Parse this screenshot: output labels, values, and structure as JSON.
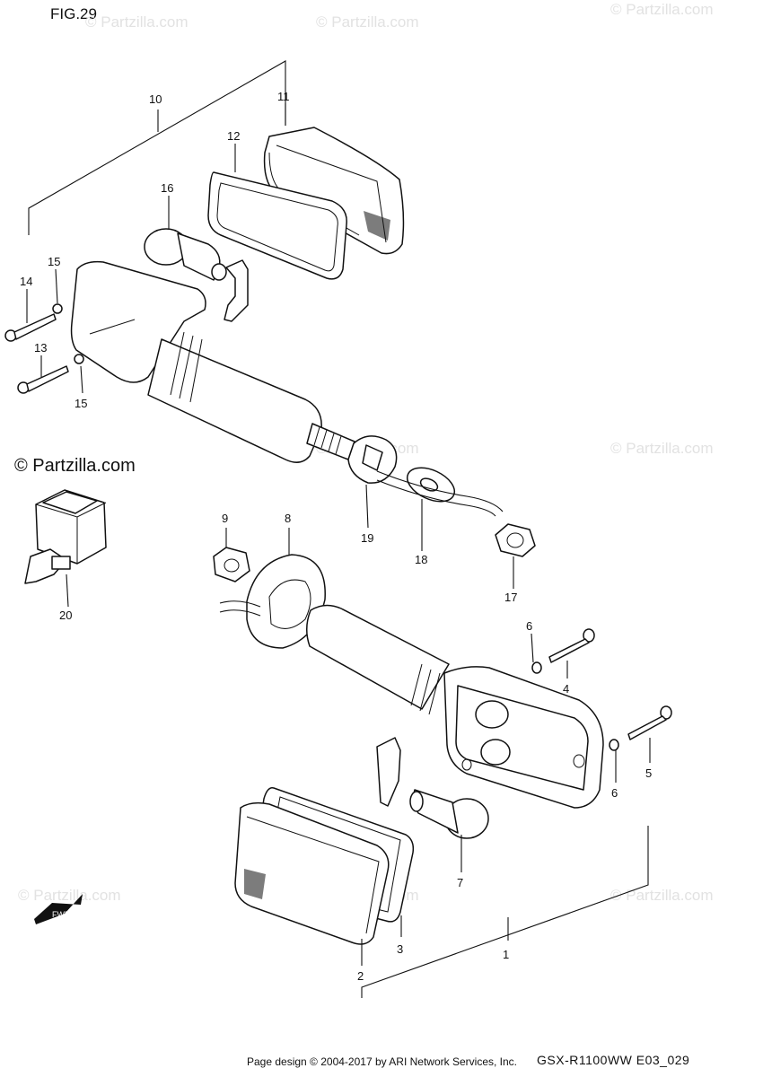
{
  "figure": {
    "title": "FIG.29"
  },
  "copyright": "© Partzilla.com",
  "footer": {
    "page_design": "Page design © 2004-2017 by ARI Network Services, Inc.",
    "model_code": "GSX-R1100WW  E03_029"
  },
  "watermark": {
    "text": "© Partzilla.com"
  },
  "callouts": [
    {
      "id": "1",
      "label": "1"
    },
    {
      "id": "2",
      "label": "2"
    },
    {
      "id": "3",
      "label": "3"
    },
    {
      "id": "4",
      "label": "4"
    },
    {
      "id": "5",
      "label": "5"
    },
    {
      "id": "6a",
      "label": "6"
    },
    {
      "id": "6b",
      "label": "6"
    },
    {
      "id": "7",
      "label": "7"
    },
    {
      "id": "8",
      "label": "8"
    },
    {
      "id": "9",
      "label": "9"
    },
    {
      "id": "10",
      "label": "10"
    },
    {
      "id": "11",
      "label": "11"
    },
    {
      "id": "12",
      "label": "12"
    },
    {
      "id": "13",
      "label": "13"
    },
    {
      "id": "14",
      "label": "14"
    },
    {
      "id": "15a",
      "label": "15"
    },
    {
      "id": "15b",
      "label": "15"
    },
    {
      "id": "16",
      "label": "16"
    },
    {
      "id": "17",
      "label": "17"
    },
    {
      "id": "18",
      "label": "18"
    },
    {
      "id": "19",
      "label": "19"
    },
    {
      "id": "20",
      "label": "20"
    }
  ],
  "direction_arrow": {
    "label": "FWD"
  }
}
